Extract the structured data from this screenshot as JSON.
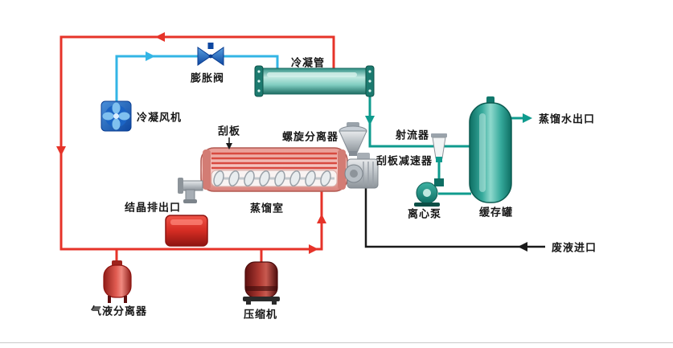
{
  "diagram": {
    "labels": {
      "condenser_tube": "冷凝管",
      "expansion_valve": "膨胀阀",
      "condensing_fan": "冷凝风机",
      "scraper": "刮板",
      "spiral_separator": "螺旋分离器",
      "scraper_reducer": "刮板减速器",
      "jet_ejector": "射流器",
      "distilled_water_outlet": "蒸馏水出口",
      "buffer_tank": "缓存罐",
      "centrifugal_pump": "离心泵",
      "distillation_chamber": "蒸馏室",
      "crystal_discharge_outlet": "结晶排出口",
      "gas_liquid_separator": "气液分离器",
      "compressor": "压缩机",
      "waste_liquid_inlet": "废液进口"
    },
    "colors": {
      "hot_refrigerant_line": "#e63329",
      "cold_refrigerant_line": "#33b5e5",
      "distillate_line": "#0f9b8e",
      "waste_line": "#1a1a1a"
    }
  }
}
